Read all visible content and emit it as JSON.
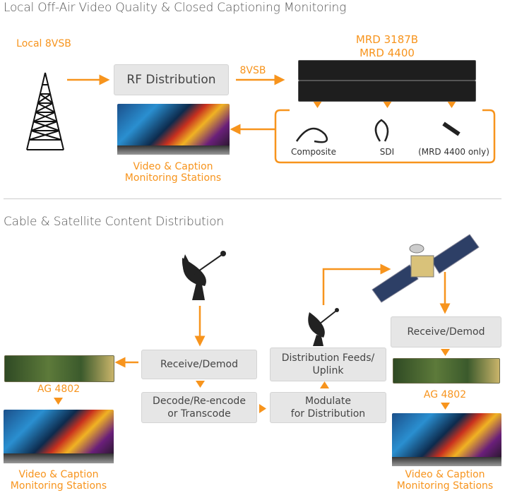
{
  "section1": {
    "title": "Local Off-Air Video Quality & Closed Captioning Monitoring",
    "source_label": "Local 8VSB",
    "rf_box": "RF Distribution",
    "link_label": "8VSB",
    "device_labels": [
      "MRD 3187B",
      "MRD 4400"
    ],
    "outputs": [
      "Composite",
      "SDI",
      "(MRD 4400 only)"
    ],
    "stations_label": [
      "Video & Caption",
      "Monitoring Stations"
    ]
  },
  "section2": {
    "title": "Cable & Satellite Content Distribution",
    "receive_left": "Receive/Demod",
    "decode": [
      "Decode/Re-encode",
      "or Transcode"
    ],
    "modulate": [
      "Modulate",
      "for Distribution"
    ],
    "distribution": [
      "Distribution Feeds/",
      "Uplink"
    ],
    "receive_right": "Receive/Demod",
    "ag_left": "AG 4802",
    "ag_right": "AG 4802",
    "stations_left": [
      "Video & Caption",
      "Monitoring Stations"
    ],
    "stations_right": [
      "Video & Caption",
      "Monitoring Stations"
    ]
  },
  "colors": {
    "accent": "#f7941d",
    "box": "#e6e6e6",
    "text": "#555555"
  }
}
